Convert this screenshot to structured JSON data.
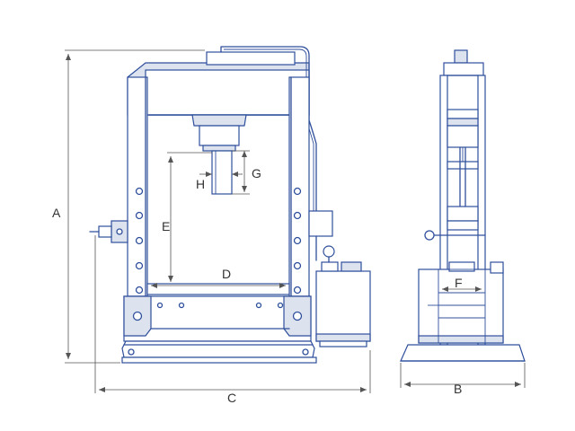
{
  "diagram": {
    "labels": {
      "A": "A",
      "B": "B",
      "C": "C",
      "D": "D",
      "E": "E",
      "F": "F",
      "G": "G",
      "H": "H"
    },
    "colors": {
      "line": "#2f4f9c",
      "shade": "#dce3ef",
      "dimension": "#555555"
    }
  }
}
